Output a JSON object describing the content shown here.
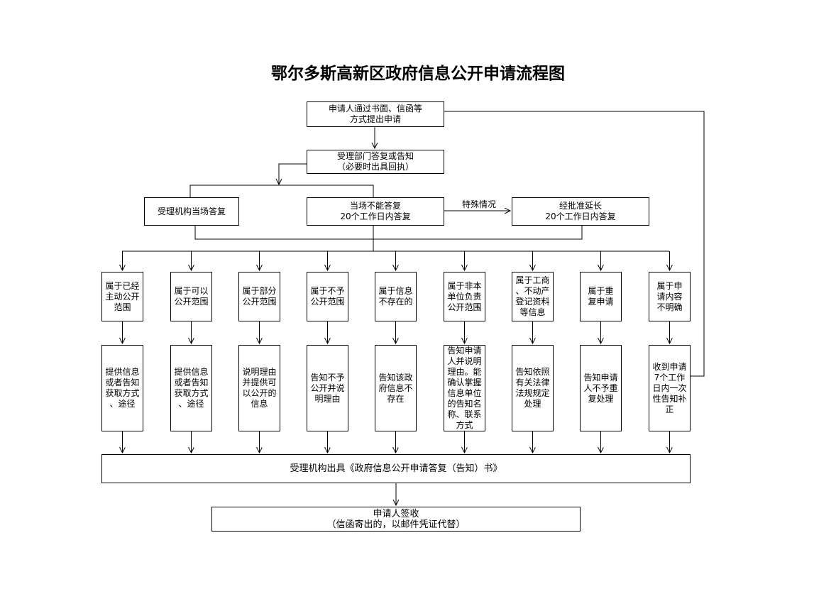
{
  "title": "鄂尔多斯高新区政府信息公开申请流程图",
  "nodes": {
    "apply": "申请人通过书面、信函等\n方式提出申请",
    "accept": "受理部门答复或告知\n（必要时出具回执）",
    "onsite": "受理机构当场答复",
    "not_onsite": "当场不能答复\n20个工作日内答复",
    "extend": "经批准延长\n20个工作日内答复",
    "reply": "受理机构出具《政府信息公开申请答复（告知）书》",
    "sign": "申请人签收\n（信函寄出的，以邮件凭证代替）"
  },
  "special_label": "特殊情况",
  "categories": [
    "属于已经\n主动公开\n范围",
    "属于可以\n公开范围",
    "属于部分\n公开范围",
    "属于不予\n公开范围",
    "属于信息\n不存在的",
    "属于非本\n单位负责\n公开范围",
    "属于工商\n、不动产\n登记资料\n等信息",
    "属于重\n复申请",
    "属于申\n请内容\n不明确"
  ],
  "actions": [
    "提供信息\n或者告知\n获取方式\n、途径",
    "提供信息\n或者告知\n获取方式\n、途径",
    "说明理由\n并提供可\n以公开的\n信息",
    "告知不予\n公开并说\n明理由",
    "告知该政\n府信息不\n存在",
    "告知申请\n人并说明\n理由。能\n确认掌握\n信息单位\n的告知名\n称、联系\n方式",
    "告知依照\n有关法律\n法规规定\n处理",
    "告知申请\n人不予重\n复处理",
    "收到申请\n7个工作\n日内一次\n性告知补\n正"
  ]
}
